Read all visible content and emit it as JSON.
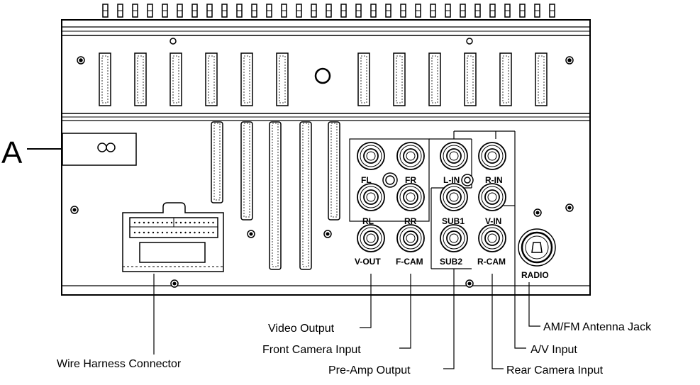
{
  "diagram": {
    "marker": "A",
    "jacks": {
      "fl": "FL",
      "fr": "FR",
      "l_in": "L-IN",
      "r_in": "R-IN",
      "rl": "RL",
      "rr": "RR",
      "sub1": "SUB1",
      "v_in": "V-IN",
      "v_out": "V-OUT",
      "f_cam": "F-CAM",
      "sub2": "SUB2",
      "r_cam": "R-CAM",
      "radio": "RADIO"
    },
    "callouts": {
      "video_output": "Video Output",
      "front_camera_input": "Front Camera Input",
      "pre_amp_output": "Pre-Amp Output",
      "wire_harness_connector": "Wire Harness Connector",
      "rear_camera_input": "Rear Camera Input",
      "av_input": "A/V Input",
      "antenna_jack": "AM/FM Antenna Jack"
    }
  }
}
